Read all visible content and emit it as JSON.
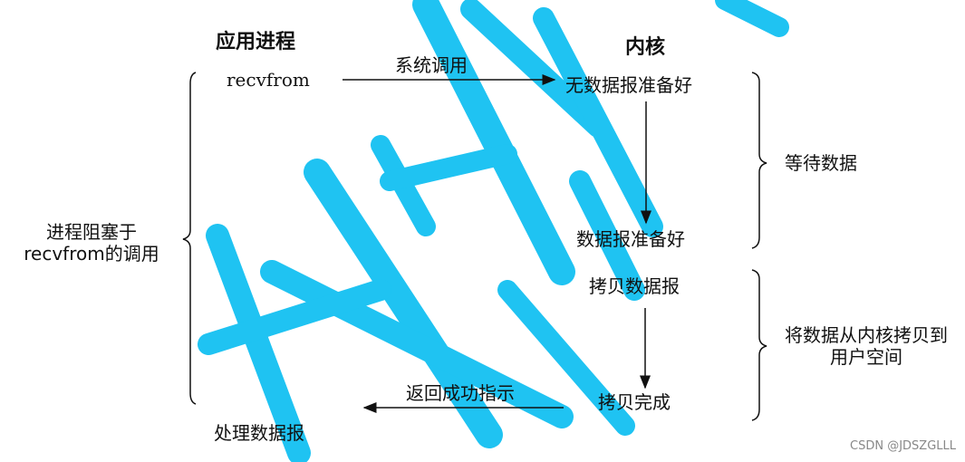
{
  "colors": {
    "watermark": "#1fc3f2",
    "ink": "#111111",
    "footer": "#888888"
  },
  "headings": {
    "app_process": "应用进程",
    "kernel": "内核"
  },
  "app_side": {
    "recvfrom": "recvfrom",
    "process_datagram": "处理数据报",
    "blocked_label": "进程阻塞于recvfrom的调用"
  },
  "arrows": {
    "system_call": "系统调用",
    "return_ok": "返回成功指示"
  },
  "kernel_side": {
    "no_datagram_ready": "无数据报准备好",
    "datagram_ready": "数据报准备好",
    "copy_datagram": "拷贝数据报",
    "copy_complete": "拷贝完成"
  },
  "phases": {
    "wait_for_data": "等待数据",
    "copy_to_user": "将数据从内核拷贝到用户空间"
  },
  "watermark": {
    "icon": "handwritten-watermark-strokes"
  },
  "footer": {
    "credit": "CSDN @JDSZGLLL"
  }
}
